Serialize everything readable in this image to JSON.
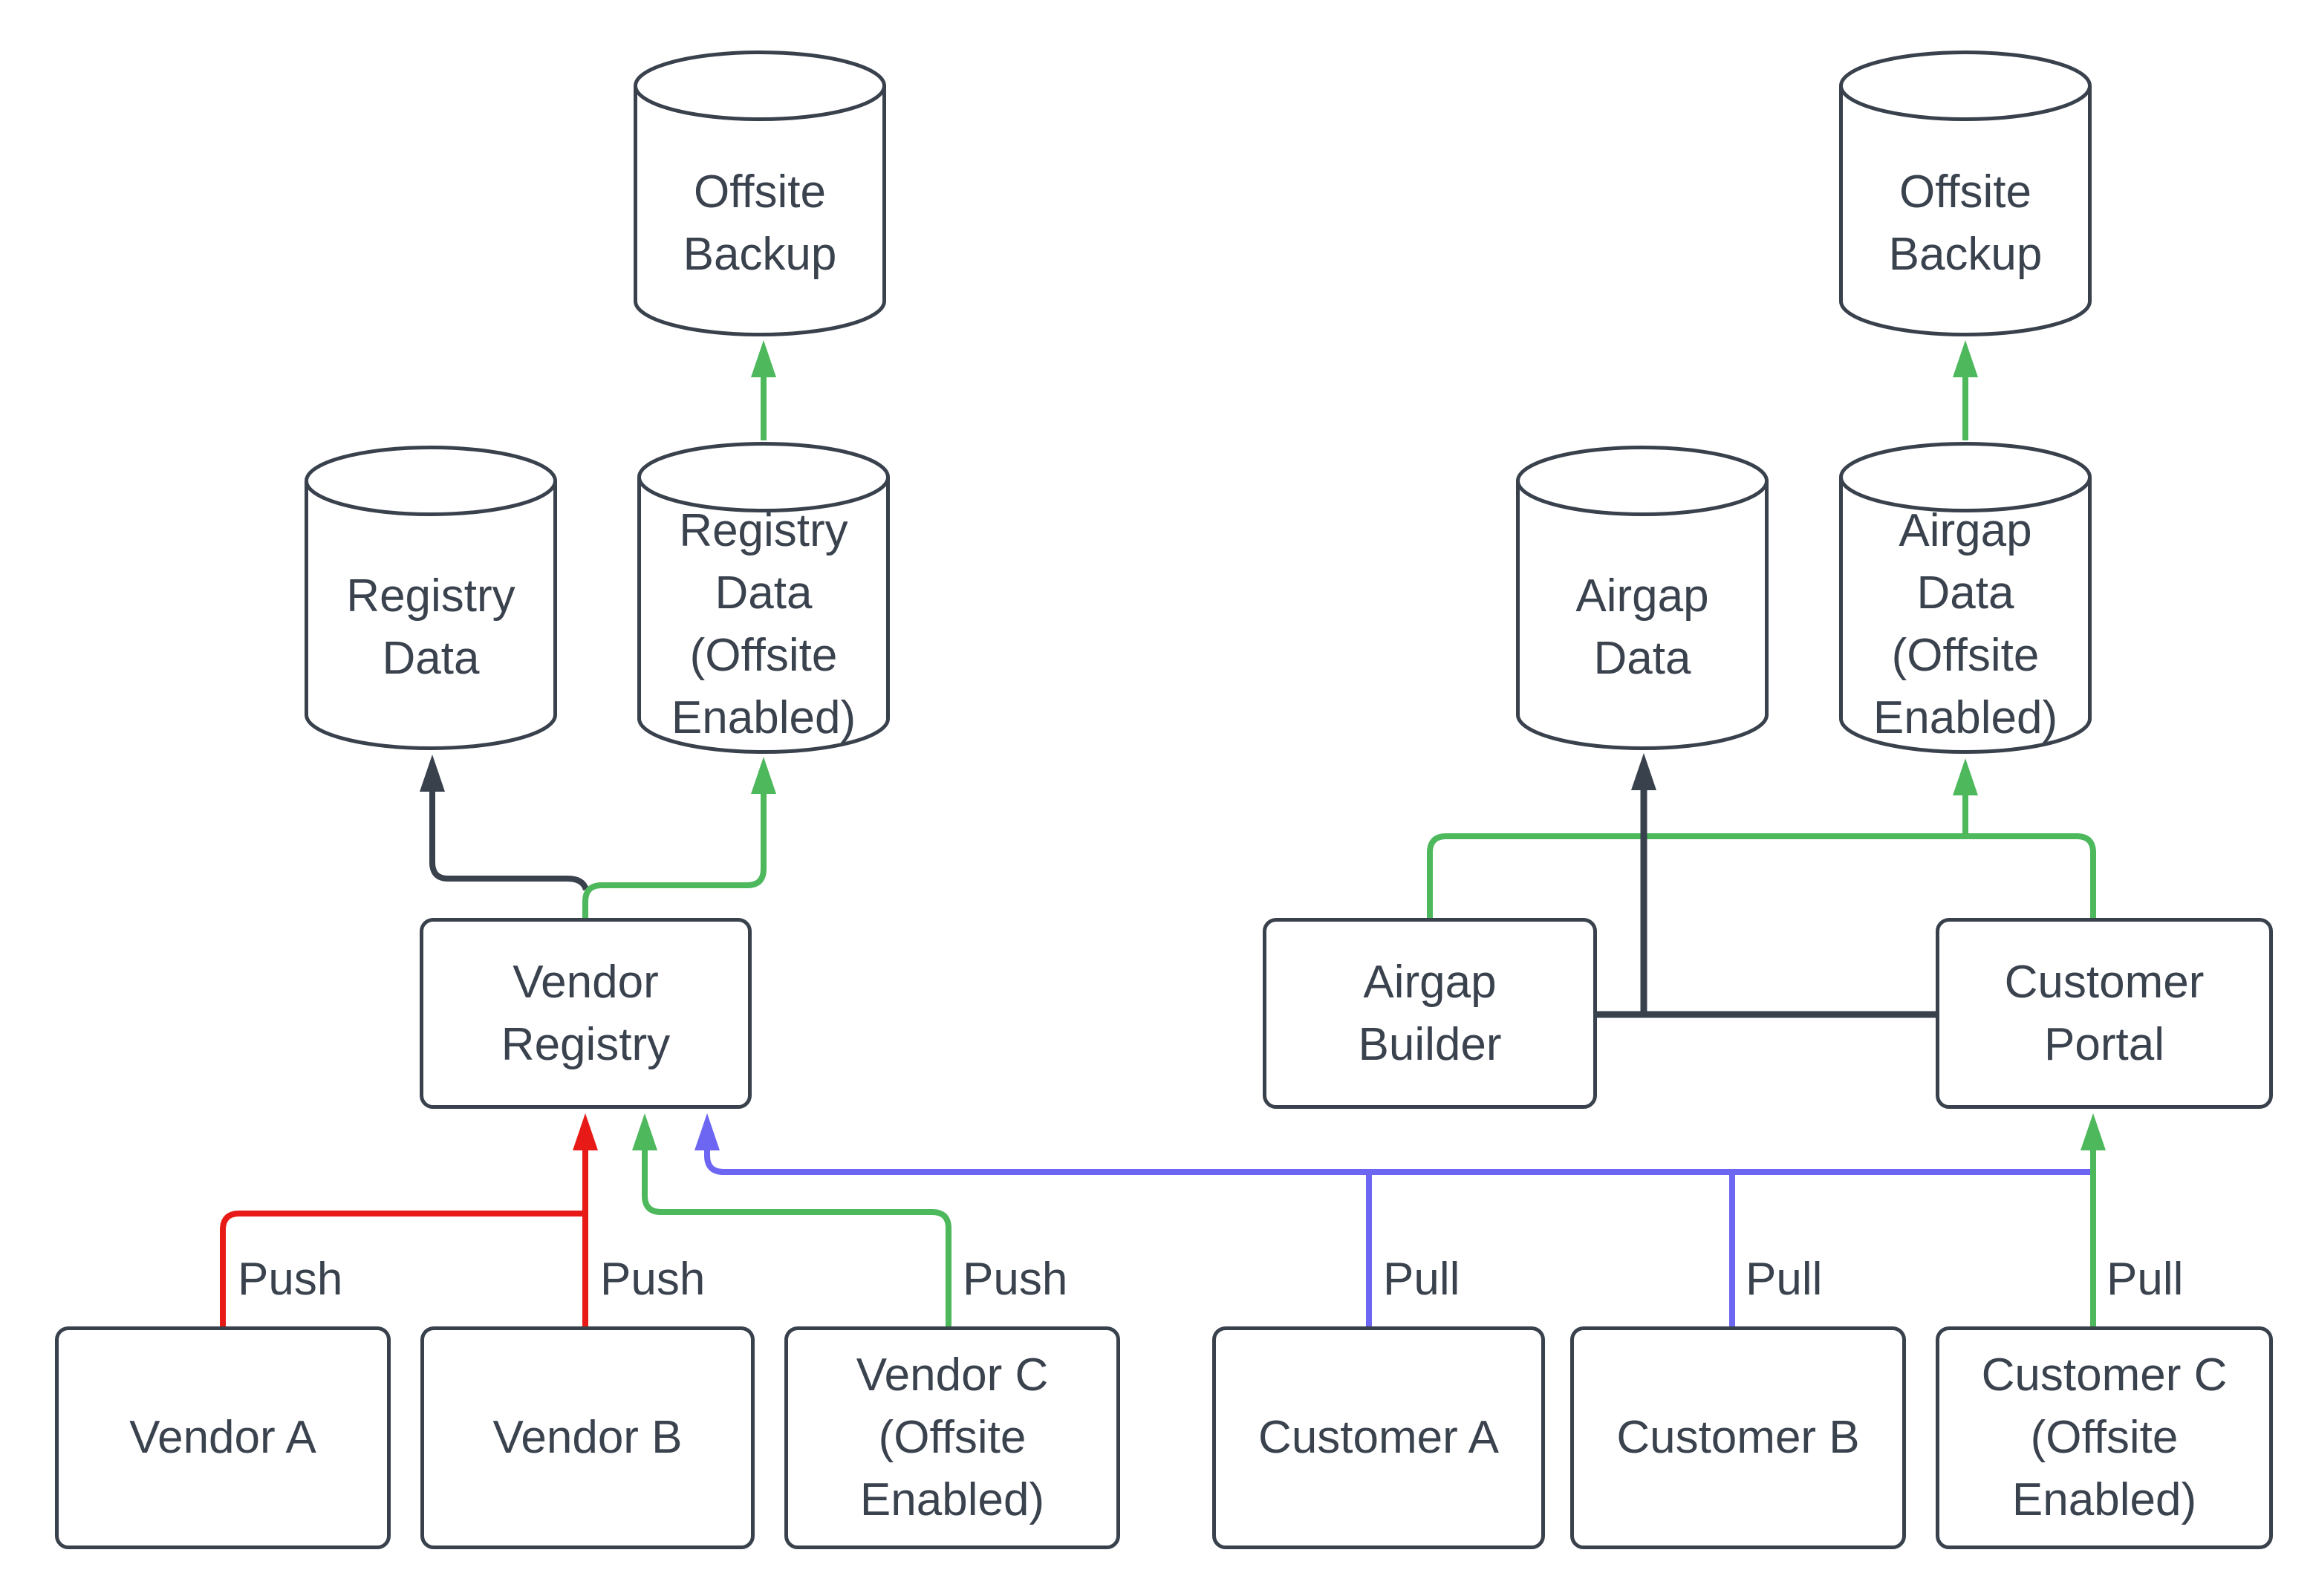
{
  "diagram": {
    "nodes": {
      "offsite_backup_left": {
        "lines": [
          "Offsite",
          "Backup"
        ]
      },
      "registry_data": {
        "lines": [
          "Registry",
          "Data"
        ]
      },
      "registry_data_offsite": {
        "lines": [
          "Registry",
          "Data",
          "(Offsite",
          "Enabled)"
        ]
      },
      "vendor_registry": {
        "lines": [
          "Vendor",
          "Registry"
        ]
      },
      "vendor_a": {
        "lines": [
          "Vendor A"
        ]
      },
      "vendor_b": {
        "lines": [
          "Vendor B"
        ]
      },
      "vendor_c": {
        "lines": [
          "Vendor C",
          "(Offsite",
          "Enabled)"
        ]
      },
      "airgap_data": {
        "lines": [
          "Airgap",
          "Data"
        ]
      },
      "airgap_data_offsite": {
        "lines": [
          "Airgap",
          "Data",
          "(Offsite",
          "Enabled)"
        ]
      },
      "airgap_builder": {
        "lines": [
          "Airgap",
          "Builder"
        ]
      },
      "customer_portal": {
        "lines": [
          "Customer",
          "Portal"
        ]
      },
      "customer_a": {
        "lines": [
          "Customer A"
        ]
      },
      "customer_b": {
        "lines": [
          "Customer B"
        ]
      },
      "customer_c": {
        "lines": [
          "Customer C",
          "(Offsite",
          "Enabled)"
        ]
      },
      "offsite_backup_right": {
        "lines": [
          "Offsite",
          "Backup"
        ]
      }
    },
    "edge_labels": {
      "push_vendor_a": "Push",
      "push_vendor_b": "Push",
      "push_vendor_c": "Push",
      "pull_customer_a": "Pull",
      "pull_customer_b": "Pull",
      "pull_customer_c": "Pull"
    },
    "colors": {
      "push_red": "#e81a17",
      "offsite_green": "#4db85c",
      "pull_blue": "#6c66f2",
      "internal_dark": "#39414d"
    }
  }
}
